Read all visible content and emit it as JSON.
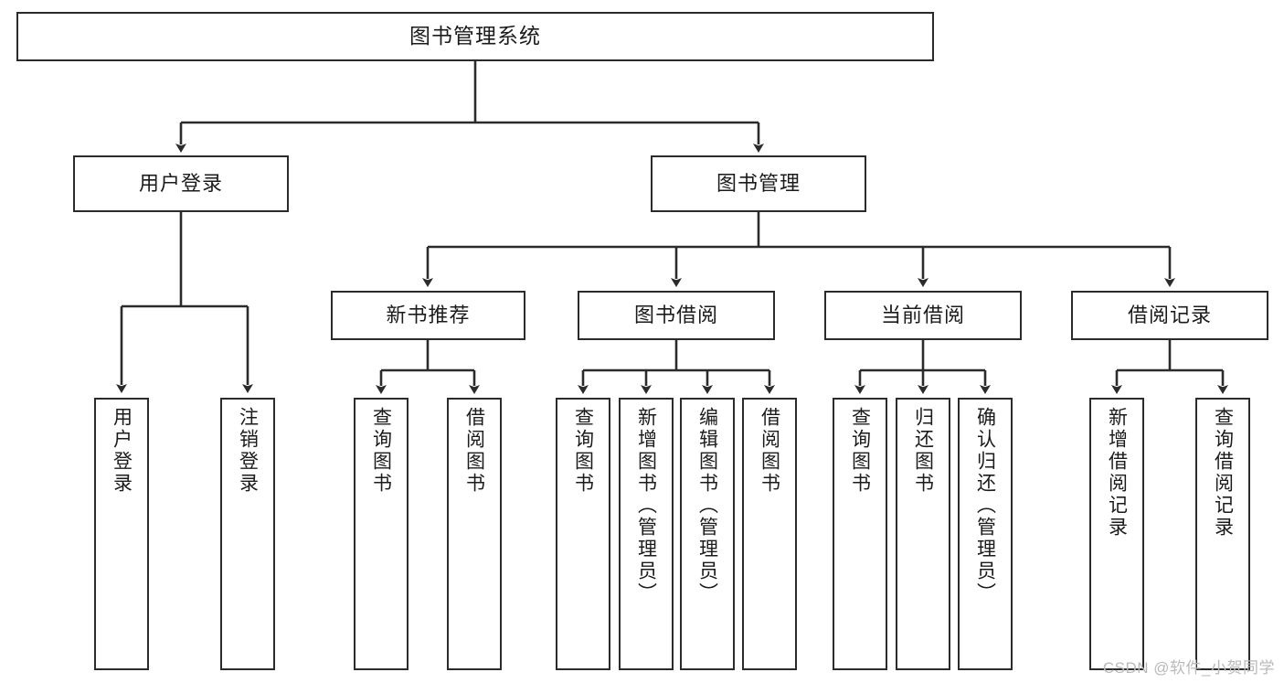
{
  "diagram": {
    "type": "tree",
    "orientation": "top-down",
    "root": {
      "label": "图书管理系统"
    },
    "level2": [
      {
        "label": "用户登录"
      },
      {
        "label": "图书管理"
      }
    ],
    "level3": [
      {
        "label": "新书推荐"
      },
      {
        "label": "图书借阅"
      },
      {
        "label": "当前借阅"
      },
      {
        "label": "借阅记录"
      }
    ],
    "leaves": {
      "user_login": [
        {
          "label": "用户登录"
        },
        {
          "label": "注销登录"
        }
      ],
      "new_book_recommend": [
        {
          "label": "查询图书"
        },
        {
          "label": "借阅图书"
        }
      ],
      "book_borrow": [
        {
          "label": "查询图书"
        },
        {
          "label": "新增图书（管理员）"
        },
        {
          "label": "编辑图书（管理员）"
        },
        {
          "label": "借阅图书"
        }
      ],
      "current_borrow": [
        {
          "label": "查询图书"
        },
        {
          "label": "归还图书"
        },
        {
          "label": "确认归还（管理员）"
        }
      ],
      "borrow_record": [
        {
          "label": "新增借阅记录"
        },
        {
          "label": "查询借阅记录"
        }
      ]
    }
  },
  "colors": {
    "stroke": "#2b2b2b",
    "fill": "#ffffff",
    "text": "#1b1b1b",
    "watermark": "#b9b9b9"
  },
  "watermark": {
    "text": "CSDN @软件_小贺同学"
  }
}
